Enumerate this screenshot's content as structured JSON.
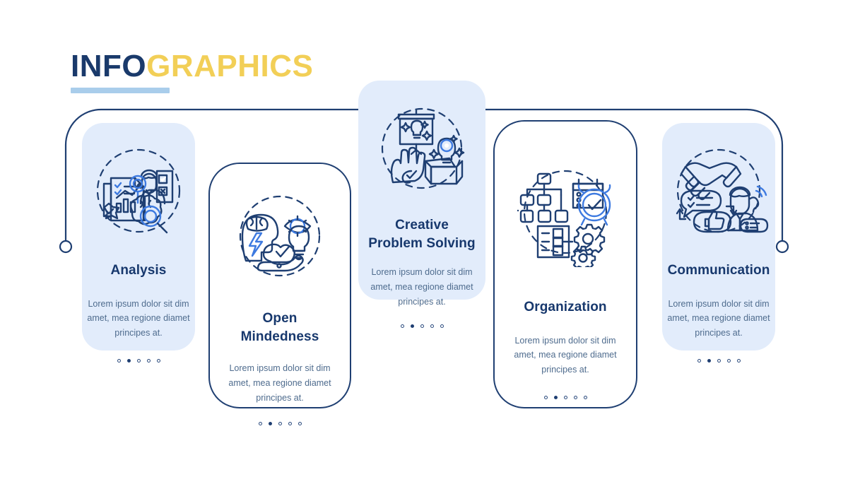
{
  "header": {
    "title_primary": "INFO",
    "title_secondary": "GRAPHICS",
    "title_full": "INFOGRAPHICS",
    "accent_bar_color": "#a9cdeb",
    "primary_color": "#1a3a6b",
    "secondary_color": "#f2cf57"
  },
  "palette": {
    "navy": "#1f3f72",
    "heading_navy": "#17386d",
    "body_slate": "#4f6c8e",
    "card_fill_blue": "#e2ecfb",
    "icon_yellow": "#f5d15f",
    "icon_blue": "#4a8ae4",
    "icon_light_blue": "#7fb0ee",
    "background": "#ffffff"
  },
  "body_text": "Lorem ipsum dolor sit dim amet, mea regione diamet principes at.",
  "steps": [
    {
      "id": "analysis",
      "title": "Analysis",
      "body": "Lorem ipsum dolor sit dim amet, mea regione diamet principes at.",
      "style": "filled",
      "icon": "analysis-icon",
      "dots_total": 5,
      "dots_active_index": 1
    },
    {
      "id": "open-mindedness",
      "title": "Open Mindedness",
      "title_line1": "Open",
      "title_line2": "Mindedness",
      "body": "Lorem ipsum dolor sit dim amet, mea regione diamet principes at.",
      "style": "outline",
      "icon": "open-mindedness-icon",
      "dots_total": 5,
      "dots_active_index": 1
    },
    {
      "id": "creative-problem-solving",
      "title": "Creative Problem Solving",
      "title_line1": "Creative",
      "title_line2": "Problem Solving",
      "body": "Lorem ipsum dolor sit dim amet, mea regione diamet principes at.",
      "style": "filled",
      "icon": "creative-problem-solving-icon",
      "dots_total": 5,
      "dots_active_index": 1
    },
    {
      "id": "organization",
      "title": "Organization",
      "body": "Lorem ipsum dolor sit dim amet, mea regione diamet principes at.",
      "style": "outline",
      "icon": "organization-icon",
      "dots_total": 5,
      "dots_active_index": 1
    },
    {
      "id": "communication",
      "title": "Communication",
      "body": "Lorem ipsum dolor sit dim amet, mea regione diamet principes at.",
      "style": "filled",
      "icon": "communication-icon",
      "dots_total": 5,
      "dots_active_index": 1
    }
  ]
}
